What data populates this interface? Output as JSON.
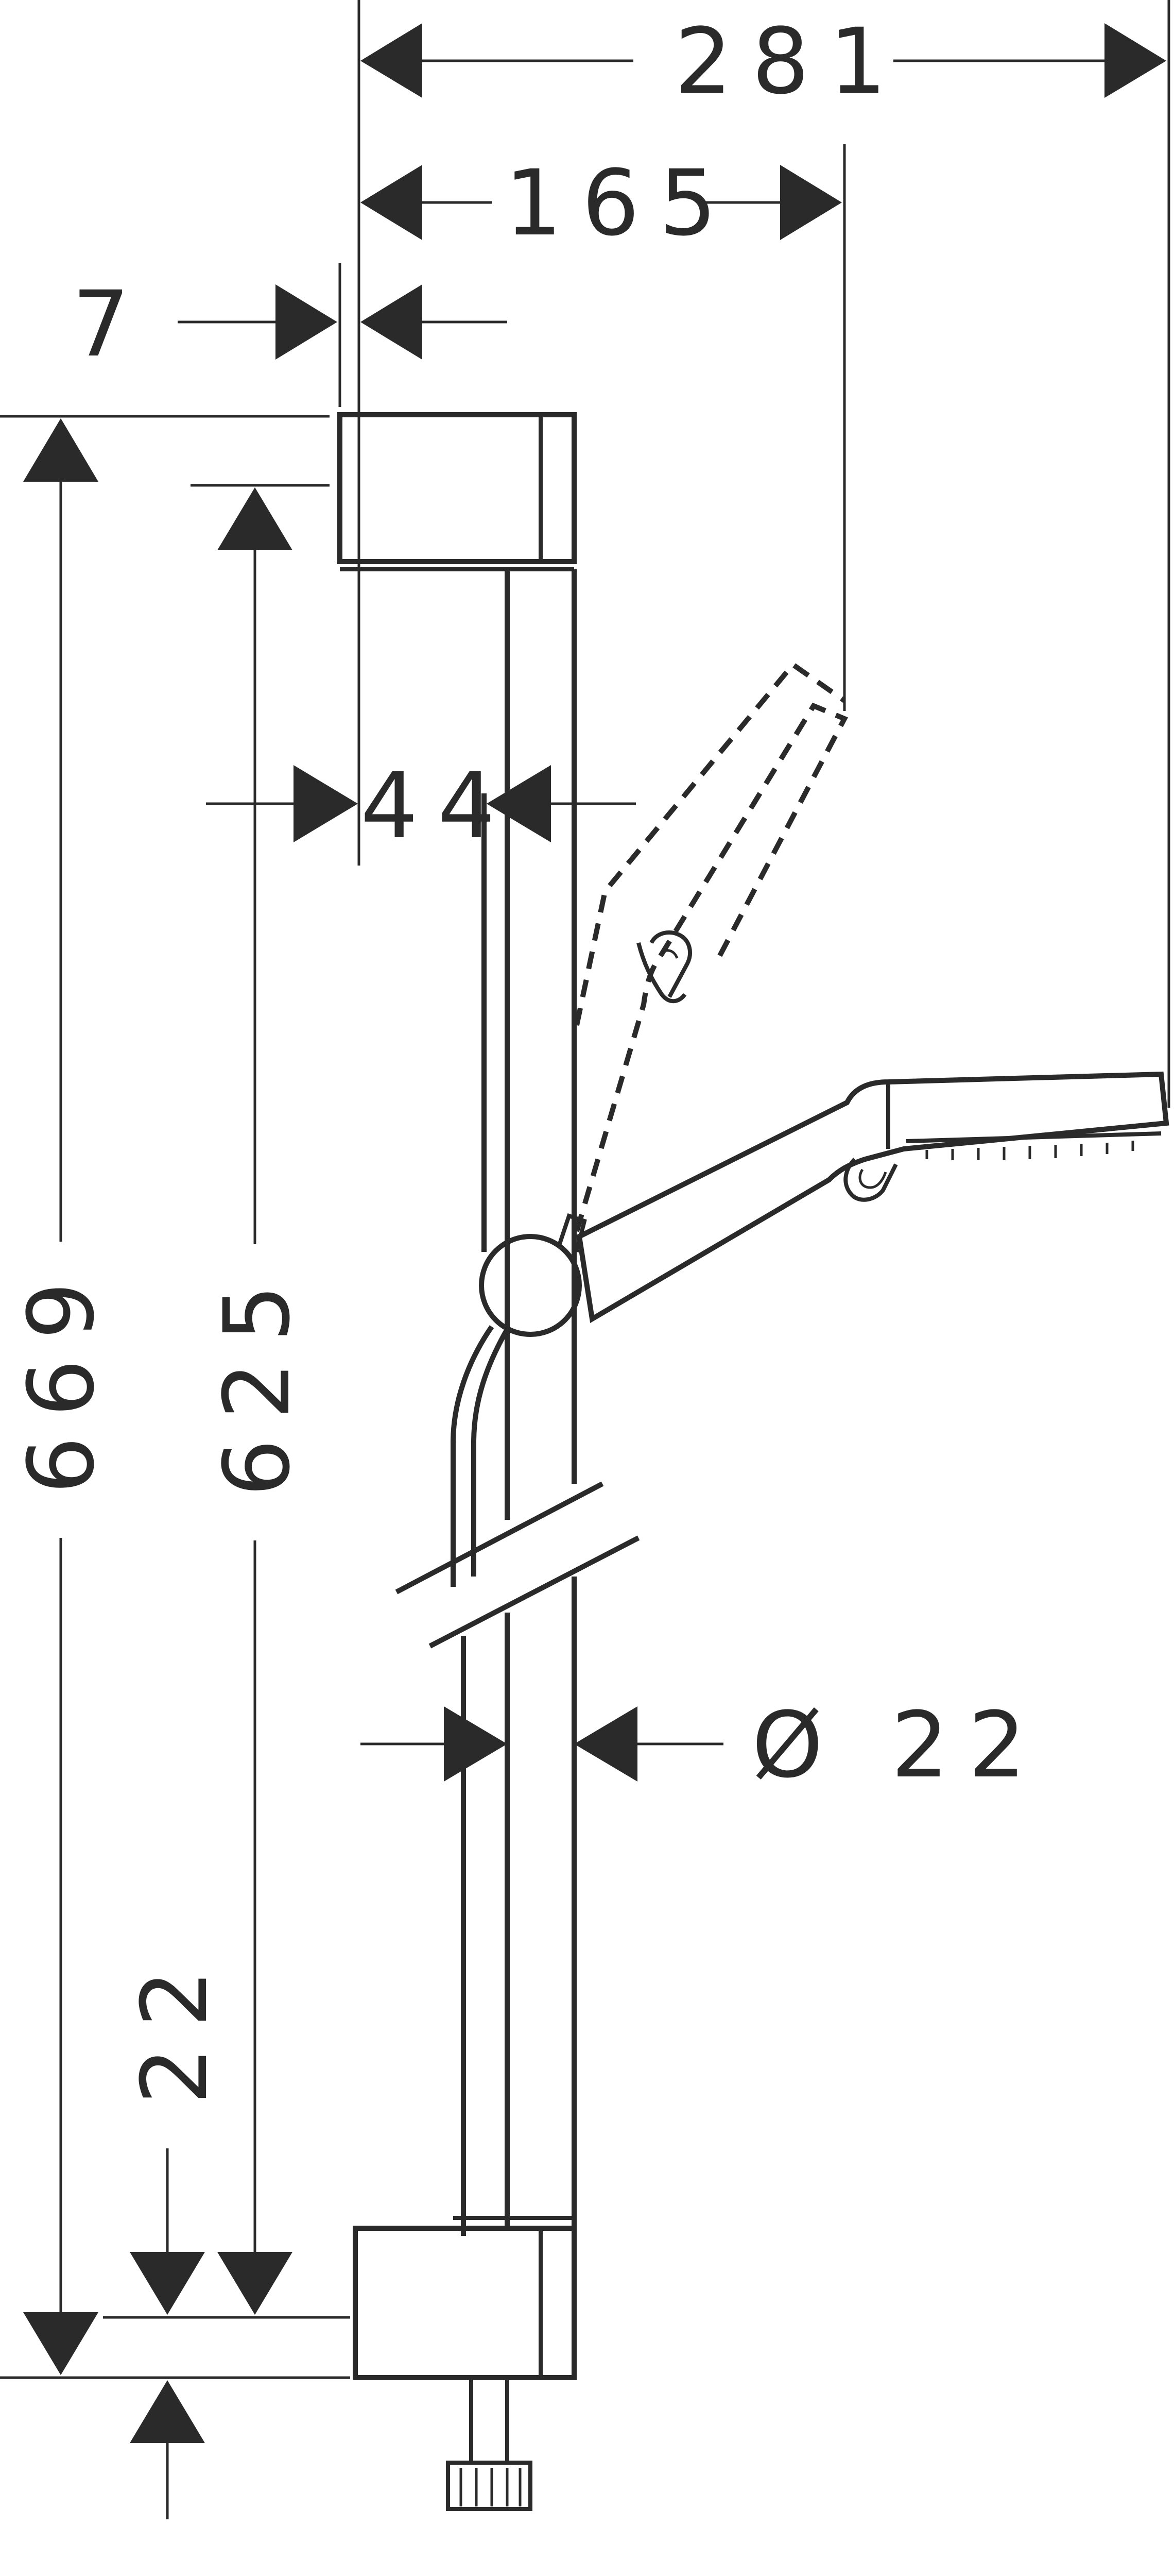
{
  "diagram": {
    "dimensions": {
      "width_total": "281",
      "width_head": "165",
      "wall_offset": "7",
      "bracket_depth": "44",
      "height_total": "669",
      "height_rail": "625",
      "rail_diameter": "Ø 22",
      "bottom_offset": "22"
    },
    "colors": {
      "line": "#2a2a2a",
      "background": "#ffffff"
    }
  }
}
